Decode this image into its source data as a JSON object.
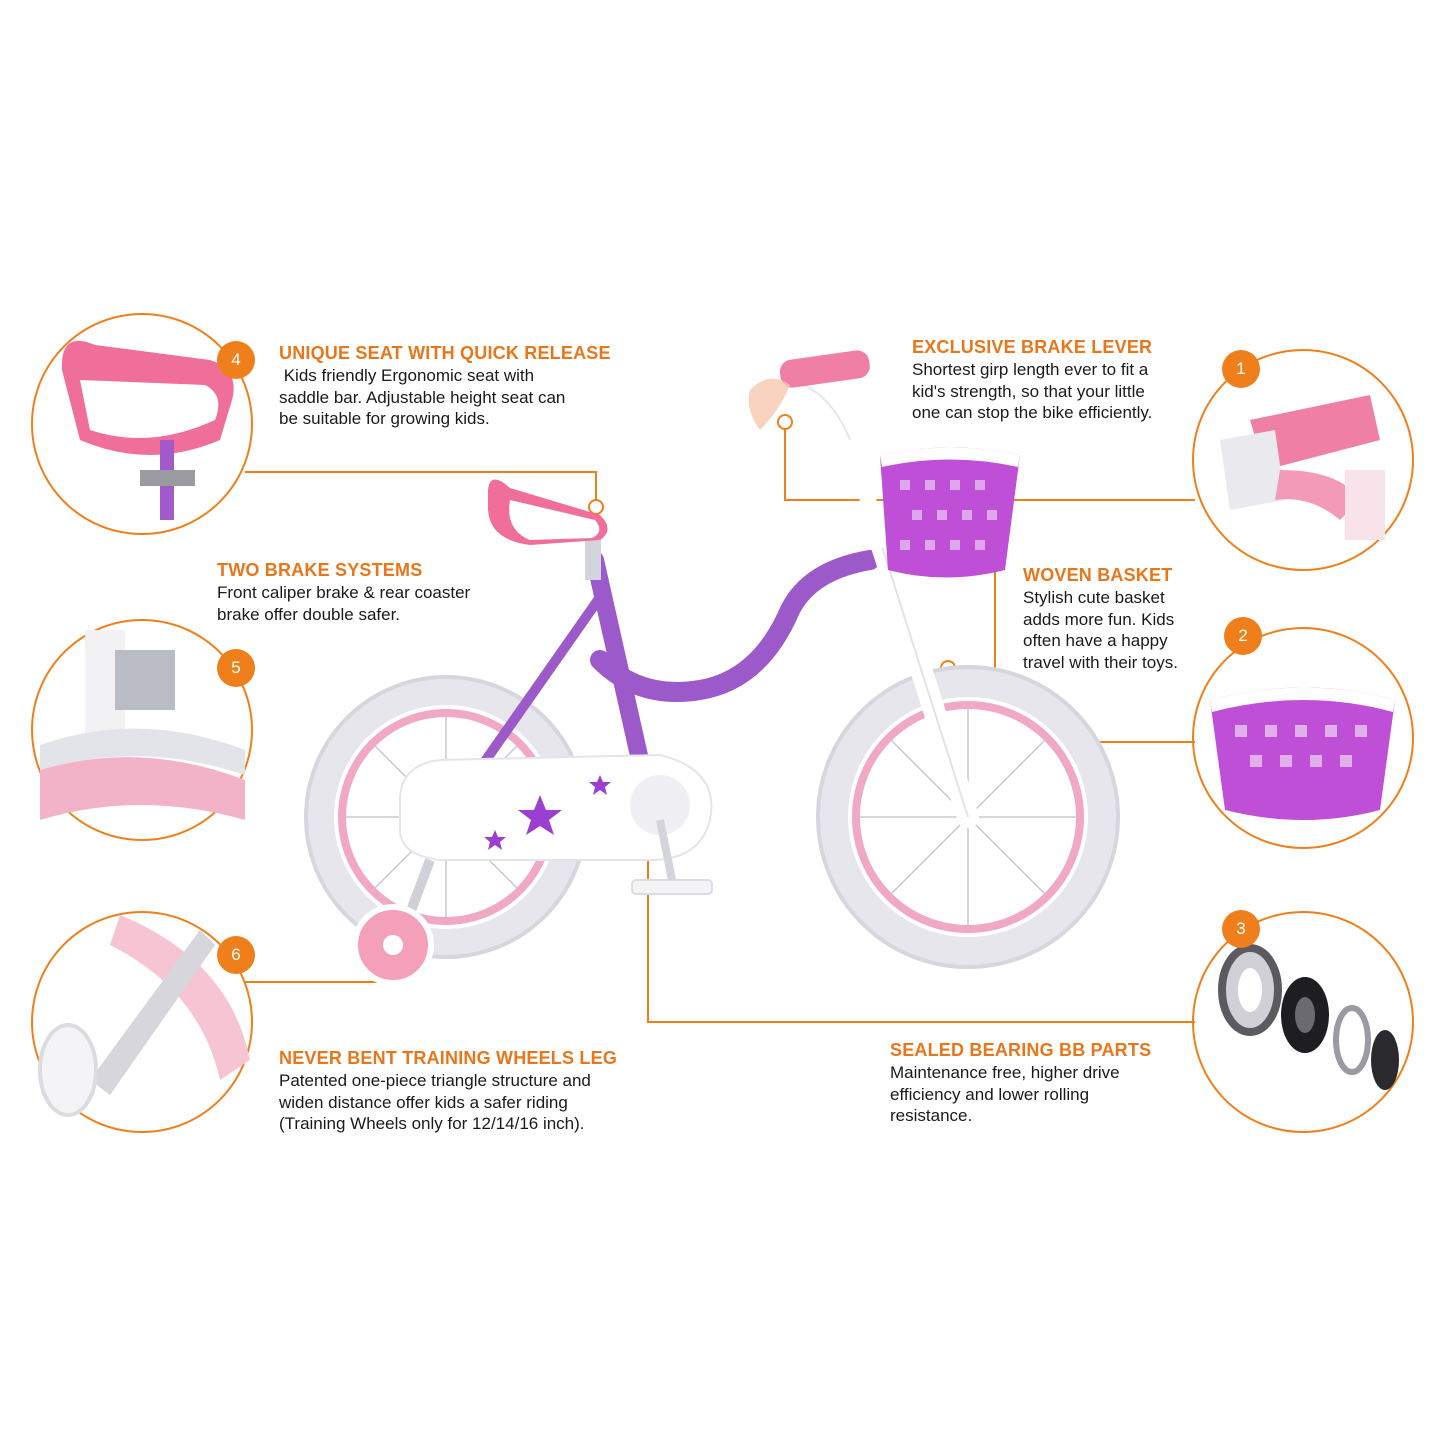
{
  "colors": {
    "accent": "#ef7f1a",
    "title": "#e8761a",
    "text": "#1a1a1a",
    "bike_frame": "#9b59c9",
    "tire": "#e6e6ec",
    "rim": "#f0a8c4",
    "basket": "#c04fd8"
  },
  "features": [
    {
      "number": "1",
      "title": "EXCLUSIVE BRAKE LEVER",
      "body": [
        "Shortest girp length ever to fit a",
        "kid's strength, so that your little",
        "one can stop the bike efficiently."
      ]
    },
    {
      "number": "2",
      "title": "WOVEN BASKET",
      "body": [
        "Stylish cute basket",
        "adds more fun. Kids",
        "often have a happy",
        "travel with their toys."
      ]
    },
    {
      "number": "3",
      "title": "SEALED BEARING BB PARTS",
      "body": [
        "Maintenance free, higher drive",
        "efficiency and lower rolling",
        "resistance."
      ]
    },
    {
      "number": "4",
      "title": "UNIQUE SEAT WITH QUICK RELEASE",
      "body": [
        " Kids friendly Ergonomic seat with",
        "saddle bar. Adjustable height seat can",
        "be suitable for growing kids."
      ]
    },
    {
      "number": "5",
      "title": "TWO BRAKE SYSTEMS",
      "body": [
        "Front caliper brake & rear coaster",
        "brake offer double safer."
      ]
    },
    {
      "number": "6",
      "title": "NEVER BENT TRAINING WHEELS LEG",
      "body": [
        "Patented one-piece triangle structure and",
        "widen distance offer kids a safer riding",
        "(Training Wheels only for 12/14/16 inch)."
      ]
    }
  ]
}
